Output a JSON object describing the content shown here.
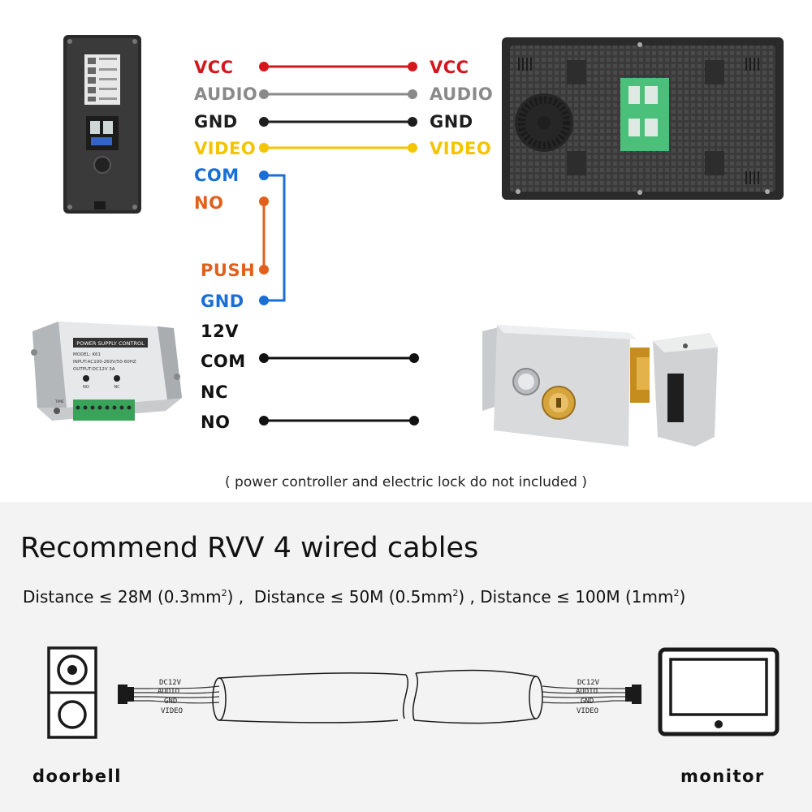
{
  "outdoor_terminals": [
    {
      "label": "VCC",
      "color": "#d3171d"
    },
    {
      "label": "AUDIO",
      "color": "#8a8a8a"
    },
    {
      "label": "GND",
      "color": "#1e1e1e"
    },
    {
      "label": "VIDEO",
      "color": "#f5c400"
    },
    {
      "label": "COM",
      "color": "#1a6fd6"
    },
    {
      "label": "NO",
      "color": "#e0601c"
    }
  ],
  "monitor_terminals": [
    {
      "label": "VCC",
      "color": "#d3171d"
    },
    {
      "label": "AUDIO",
      "color": "#8a8a8a"
    },
    {
      "label": "GND",
      "color": "#1e1e1e"
    },
    {
      "label": "VIDEO",
      "color": "#f5c400"
    }
  ],
  "controller_terminals": [
    {
      "label": "PUSH",
      "color": "#e0601c"
    },
    {
      "label": "GND",
      "color": "#1a6fd6"
    },
    {
      "label": "12V",
      "color": "#111111"
    },
    {
      "label": "COM",
      "color": "#111111"
    },
    {
      "label": "NC",
      "color": "#111111"
    },
    {
      "label": "NO",
      "color": "#111111"
    }
  ],
  "power_controller": {
    "title": "POWER SUPPLY CONTROL",
    "model": "MODEL: K61",
    "input": "INPUT:AC100-260V/50-60HZ",
    "output": "OUTPUT:DC12V 3A",
    "led1": "NO",
    "led2": "NC",
    "knob": "TIME"
  },
  "note": "( power controller and electric lock do not included )",
  "heading": "Recommend RVV 4 wired cables",
  "specs": {
    "d1_prefix": "Distance ≤ 28M (0.3mm",
    "d1_suffix": ") ,",
    "d2_prefix": "Distance ≤ 50M (0.5mm",
    "d2_suffix": ") ,",
    "d3_prefix": "Distance ≤ 100M (1mm",
    "d3_suffix": ")",
    "sup": "2"
  },
  "cable_labels": [
    "DC12V",
    "AUDIO",
    "GND",
    "VIDEO"
  ],
  "doorbell_label": "doorbell",
  "monitor_label": "monitor"
}
